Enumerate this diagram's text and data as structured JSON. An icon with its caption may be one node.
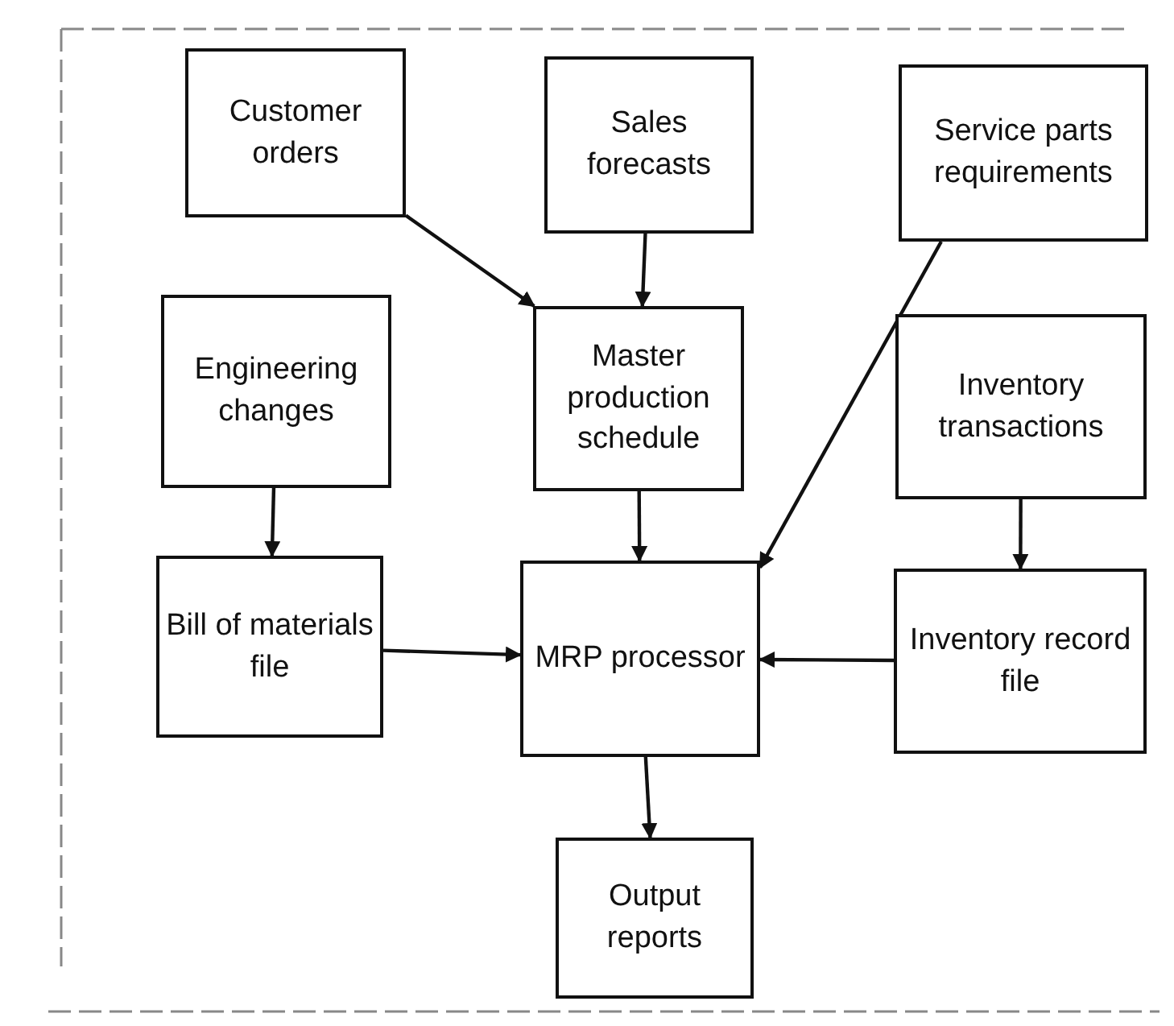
{
  "diagram": {
    "nodes": [
      {
        "text": [
          "Customer orders"
        ]
      },
      {
        "text": [
          "Sales forecasts"
        ]
      },
      {
        "text": [
          "Service parts requirements"
        ]
      },
      {
        "text": [
          "Engineering changes"
        ]
      },
      {
        "text": [
          "Master production schedule"
        ]
      },
      {
        "text": [
          "Inventory transactions"
        ]
      },
      {
        "text": [
          "Bill of materials file"
        ]
      },
      {
        "text": [
          "MRP processor"
        ]
      },
      {
        "text": [
          "Inventory record file"
        ]
      },
      {
        "text": [
          "Output reports"
        ]
      }
    ],
    "edges": [
      {
        "from": 0,
        "to": 4,
        "arrow": "to"
      },
      {
        "from": 1,
        "to": 4,
        "arrow": "to"
      },
      {
        "from": 2,
        "to": 7,
        "arrow": "to"
      },
      {
        "from": 3,
        "to": 6,
        "arrow": "to"
      },
      {
        "from": 4,
        "to": 7,
        "arrow": "to"
      },
      {
        "from": 5,
        "to": 8,
        "arrow": "to"
      },
      {
        "from": 6,
        "to": 7,
        "arrow": "to"
      },
      {
        "from": 8,
        "to": 7,
        "arrow": "to"
      },
      {
        "from": 7,
        "to": 9,
        "arrow": "to"
      }
    ]
  }
}
